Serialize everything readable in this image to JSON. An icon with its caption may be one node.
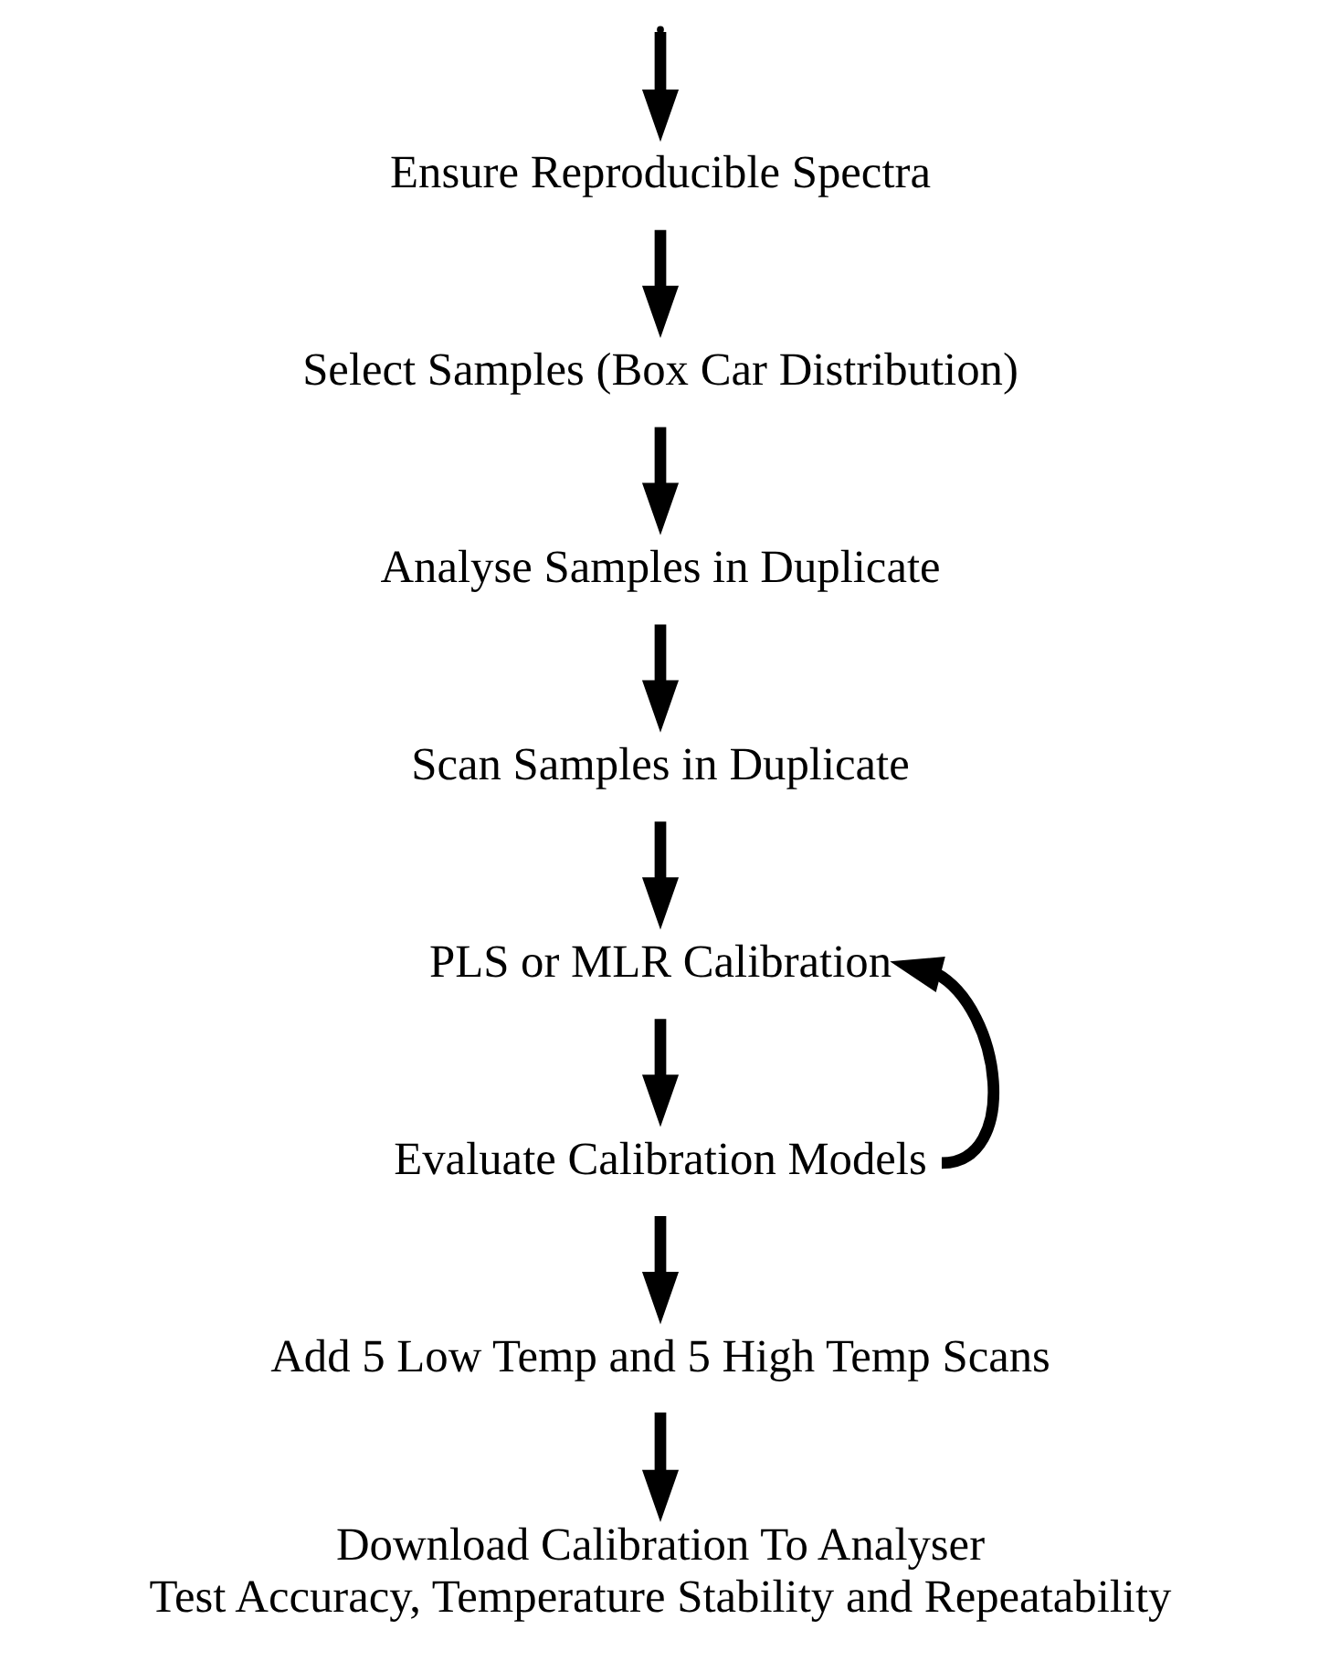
{
  "diagram": {
    "nodes": [
      {
        "text": [
          "Ensure Reproducible Spectra"
        ]
      },
      {
        "text": [
          "Select Samples (Box Car Distribution)"
        ]
      },
      {
        "text": [
          "Analyse Samples in Duplicate"
        ]
      },
      {
        "text": [
          "Scan Samples in Duplicate"
        ]
      },
      {
        "text": [
          "PLS or MLR Calibration"
        ]
      },
      {
        "text": [
          "Evaluate Calibration Models"
        ]
      },
      {
        "text": [
          "Add 5 Low Temp and 5 High Temp Scans"
        ]
      },
      {
        "text": [
          "Download Calibration To Analyser",
          "Test Accuracy, Temperature Stability and Repeatability"
        ]
      }
    ],
    "edges": [
      {
        "from": null,
        "to": 0,
        "arrow": "to"
      },
      {
        "from": 0,
        "to": 1,
        "arrow": "to"
      },
      {
        "from": 1,
        "to": 2,
        "arrow": "to"
      },
      {
        "from": 2,
        "to": 3,
        "arrow": "to"
      },
      {
        "from": 3,
        "to": 4,
        "arrow": "to"
      },
      {
        "from": 4,
        "to": 5,
        "arrow": "to"
      },
      {
        "from": 5,
        "to": 6,
        "arrow": "to"
      },
      {
        "from": 6,
        "to": 7,
        "arrow": "to"
      },
      {
        "from": 5,
        "to": 4,
        "arrow": "to"
      }
    ]
  }
}
